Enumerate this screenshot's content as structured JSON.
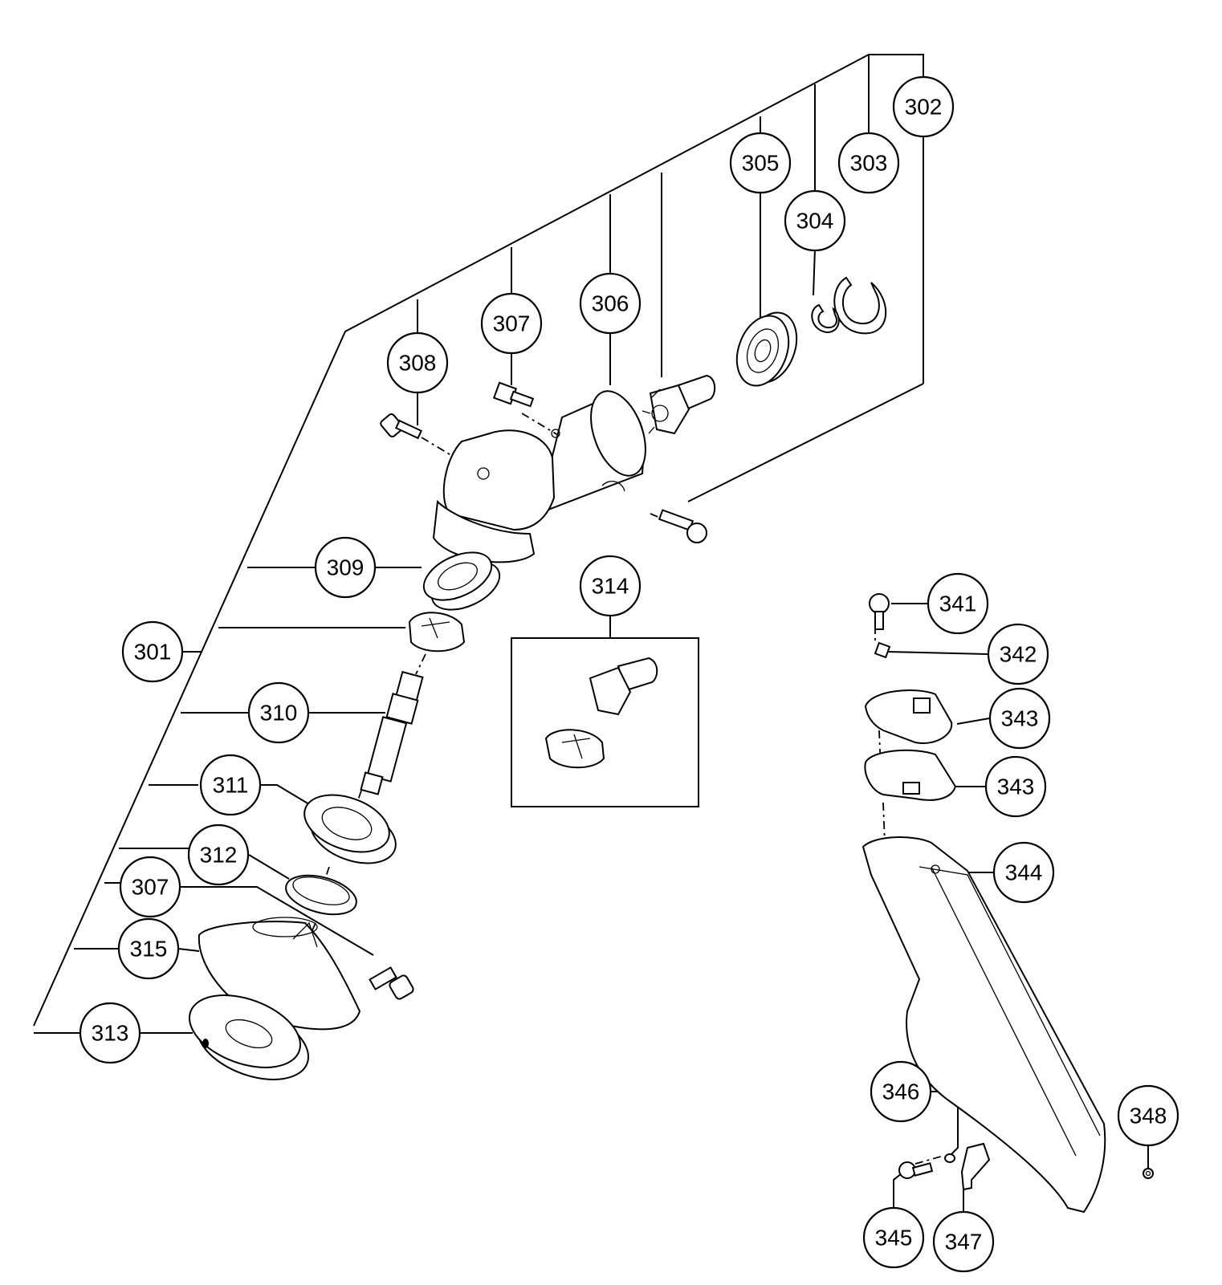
{
  "callouts": [
    {
      "id": "c301",
      "label": "301"
    },
    {
      "id": "c302",
      "label": "302"
    },
    {
      "id": "c303",
      "label": "303"
    },
    {
      "id": "c304",
      "label": "304"
    },
    {
      "id": "c305",
      "label": "305"
    },
    {
      "id": "c306",
      "label": "306"
    },
    {
      "id": "c307a",
      "label": "307"
    },
    {
      "id": "c308",
      "label": "308"
    },
    {
      "id": "c309",
      "label": "309"
    },
    {
      "id": "c310",
      "label": "310"
    },
    {
      "id": "c311",
      "label": "311"
    },
    {
      "id": "c312",
      "label": "312"
    },
    {
      "id": "c307b",
      "label": "307"
    },
    {
      "id": "c315",
      "label": "315"
    },
    {
      "id": "c313",
      "label": "313"
    },
    {
      "id": "c314",
      "label": "314"
    },
    {
      "id": "c341",
      "label": "341"
    },
    {
      "id": "c342",
      "label": "342"
    },
    {
      "id": "c343a",
      "label": "343"
    },
    {
      "id": "c343b",
      "label": "343"
    },
    {
      "id": "c344",
      "label": "344"
    },
    {
      "id": "c346",
      "label": "346"
    },
    {
      "id": "c348",
      "label": "348"
    },
    {
      "id": "c345",
      "label": "345"
    },
    {
      "id": "c347",
      "label": "347"
    }
  ]
}
